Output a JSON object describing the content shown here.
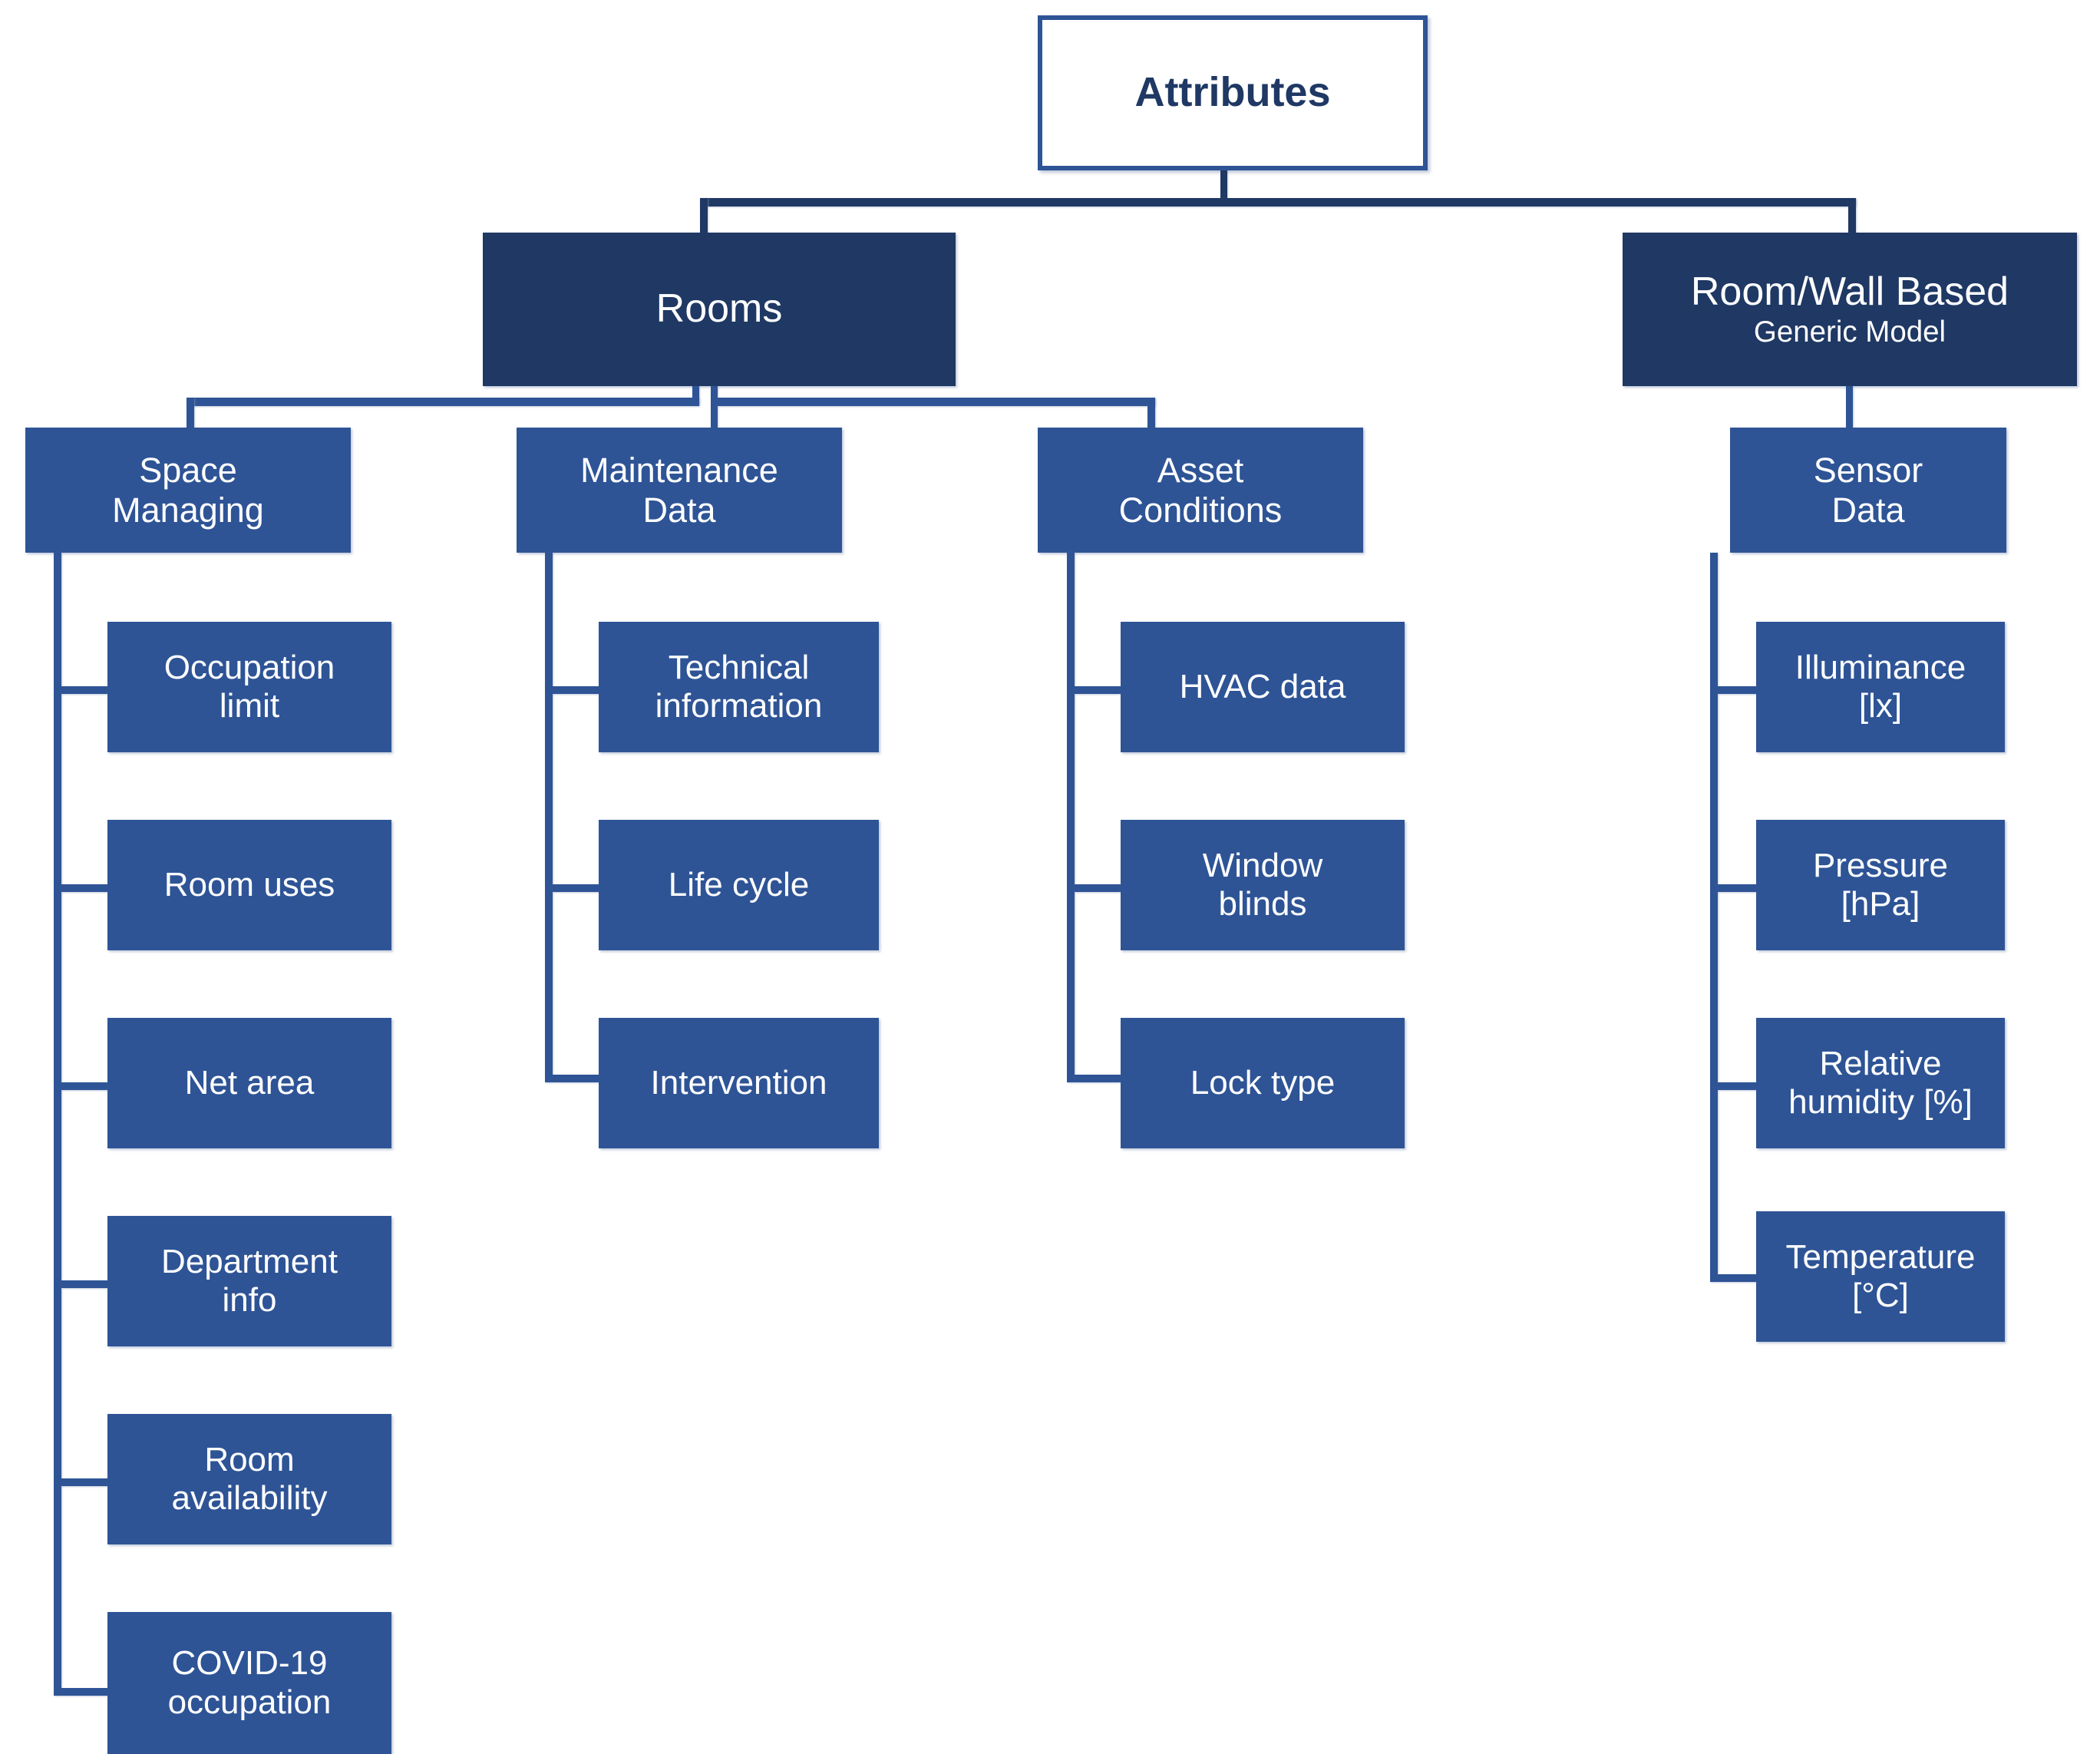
{
  "diagram": {
    "title": "Attributes",
    "root": {
      "label": "Attributes"
    },
    "level1": [
      {
        "label": "Rooms",
        "sub": ""
      },
      {
        "label": "Room/Wall Based",
        "sub": "Generic Model"
      }
    ],
    "level2": [
      {
        "label_line1": "Space",
        "label_line2": "Managing"
      },
      {
        "label_line1": "Maintenance",
        "label_line2": "Data"
      },
      {
        "label_line1": "Asset",
        "label_line2": "Conditions"
      },
      {
        "label_line1": "Sensor",
        "label_line2": "Data"
      }
    ],
    "leaves": {
      "space_managing": [
        {
          "line1": "Occupation",
          "line2": "limit"
        },
        {
          "line1": "Room uses",
          "line2": ""
        },
        {
          "line1": "Net area",
          "line2": ""
        },
        {
          "line1": "Department",
          "line2": "info"
        },
        {
          "line1": "Room",
          "line2": "availability"
        },
        {
          "line1": "COVID-19",
          "line2": "occupation"
        }
      ],
      "maintenance_data": [
        {
          "line1": "Technical",
          "line2": "information"
        },
        {
          "line1": "Life cycle",
          "line2": ""
        },
        {
          "line1": "Intervention",
          "line2": ""
        }
      ],
      "asset_conditions": [
        {
          "line1": "HVAC data",
          "line2": ""
        },
        {
          "line1": "Window",
          "line2": "blinds"
        },
        {
          "line1": "Lock type",
          "line2": ""
        }
      ],
      "sensor_data": [
        {
          "line1": "Illuminance",
          "line2": "[lx]"
        },
        {
          "line1": "Pressure",
          "line2": "[hPa]"
        },
        {
          "line1": "Relative",
          "line2": "humidity [%]"
        },
        {
          "line1": "Temperature",
          "line2": "[°C]"
        }
      ]
    },
    "colors": {
      "root_fill": "#ffffff",
      "root_border": "#2E5496",
      "root_text": "#1F3864",
      "level1_fill": "#1F3864",
      "box_fill": "#2E5496",
      "connector": "#2E5496",
      "connector_dark": "#1F3864",
      "text": "#ffffff",
      "background": "#ffffff"
    }
  }
}
